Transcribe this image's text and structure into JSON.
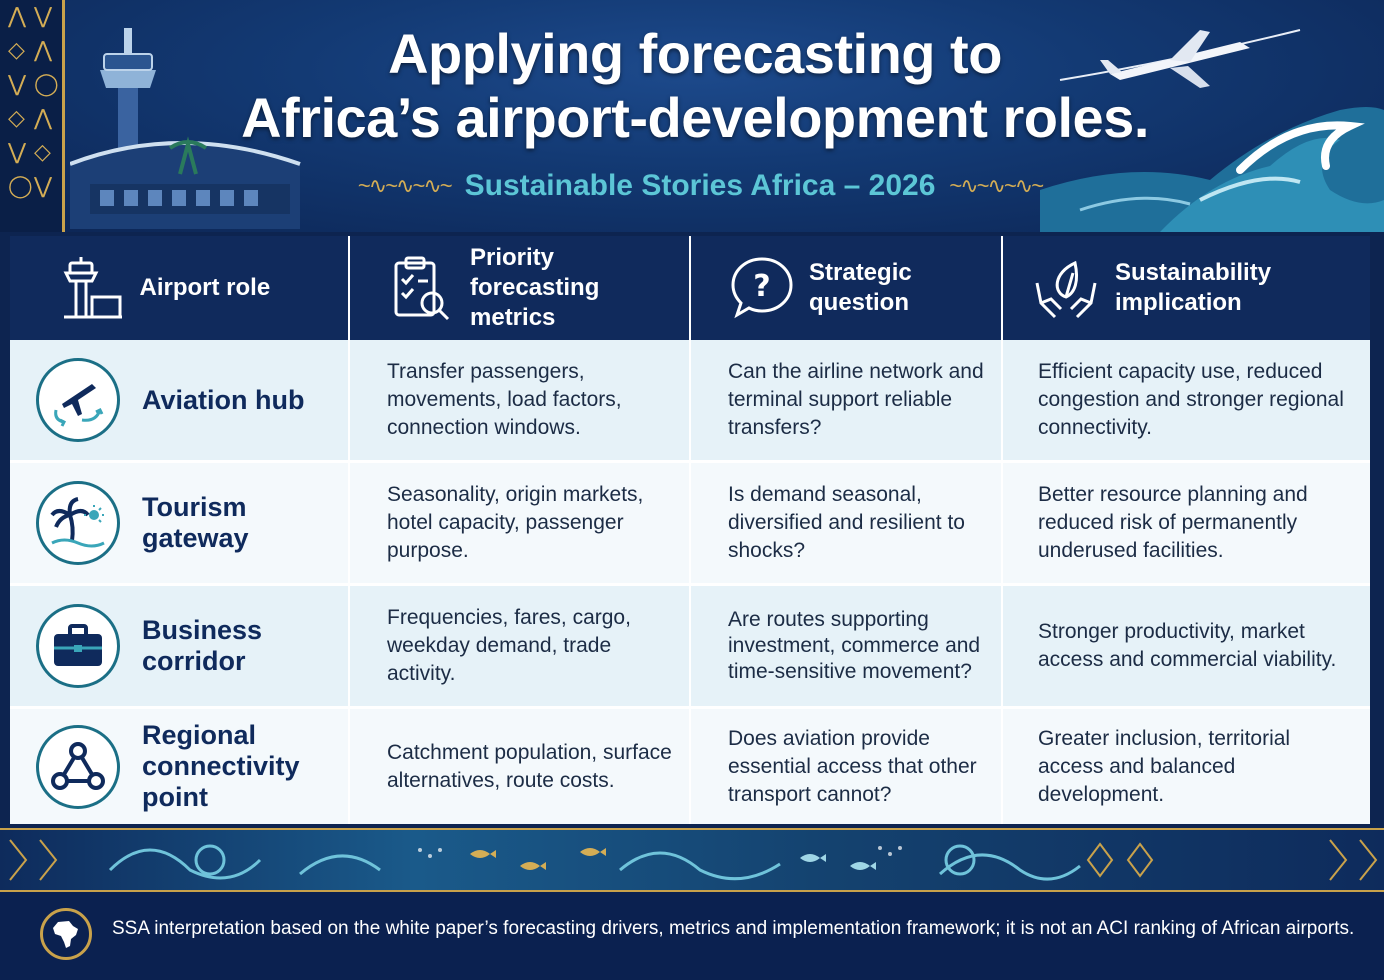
{
  "header": {
    "title_line1": "Applying forecasting to",
    "title_line2": "Africa’s airport-development roles.",
    "subtitle": "Sustainable Stories Africa – 2026",
    "icons": [
      "control-tower-icon",
      "airplane-icon",
      "ocean-wave-icon"
    ]
  },
  "table": {
    "columns": [
      {
        "label": "Airport role",
        "icon": "control-tower-icon"
      },
      {
        "label": "Priority forecasting metrics",
        "icon": "clipboard-search-icon"
      },
      {
        "label": "Strategic question",
        "icon": "question-bubble-icon"
      },
      {
        "label": "Sustainability implication",
        "icon": "hands-leaf-icon"
      }
    ],
    "rows": [
      {
        "role": "Aviation hub",
        "icon": "airplane-transfer-icon",
        "metrics": "Transfer passengers, movements, load factors, connection windows.",
        "question": "Can the airline network and terminal support reliable transfers?",
        "implication": "Efficient capacity use, reduced congestion and stronger regional connectivity."
      },
      {
        "role": "Tourism gateway",
        "icon": "palm-tree-icon",
        "metrics": "Seasonality, origin markets, hotel capacity, passenger purpose.",
        "question": "Is demand seasonal, diversified and resilient to shocks?",
        "implication": "Better resource planning and reduced risk of permanently underused facilities."
      },
      {
        "role": "Business corridor",
        "icon": "briefcase-icon",
        "metrics": "Frequencies, fares, cargo, weekday demand, trade activity.",
        "question": "Are routes supporting investment, commerce and time-sensitive movement?",
        "implication": "Stronger productivity, market access and commercial viability."
      },
      {
        "role": "Regional connectivity point",
        "icon": "network-triangle-icon",
        "metrics": "Catchment population, surface alternatives, route costs.",
        "question": "Does aviation provide essential access that other transport cannot?",
        "implication": "Greater inclusion, territorial access and balanced development."
      }
    ]
  },
  "footer": {
    "badge_icon": "africa-map-icon",
    "note": "SSA interpretation based on the white paper’s forecasting drivers, metrics and implementation framework; it is not an ACI ranking of African airports."
  },
  "colors": {
    "navy": "#102a5c",
    "teal": "#1b6f86",
    "gold": "#c9a24b",
    "subtitle_teal": "#5cc6d6",
    "row_light": "#e6f2f8"
  }
}
